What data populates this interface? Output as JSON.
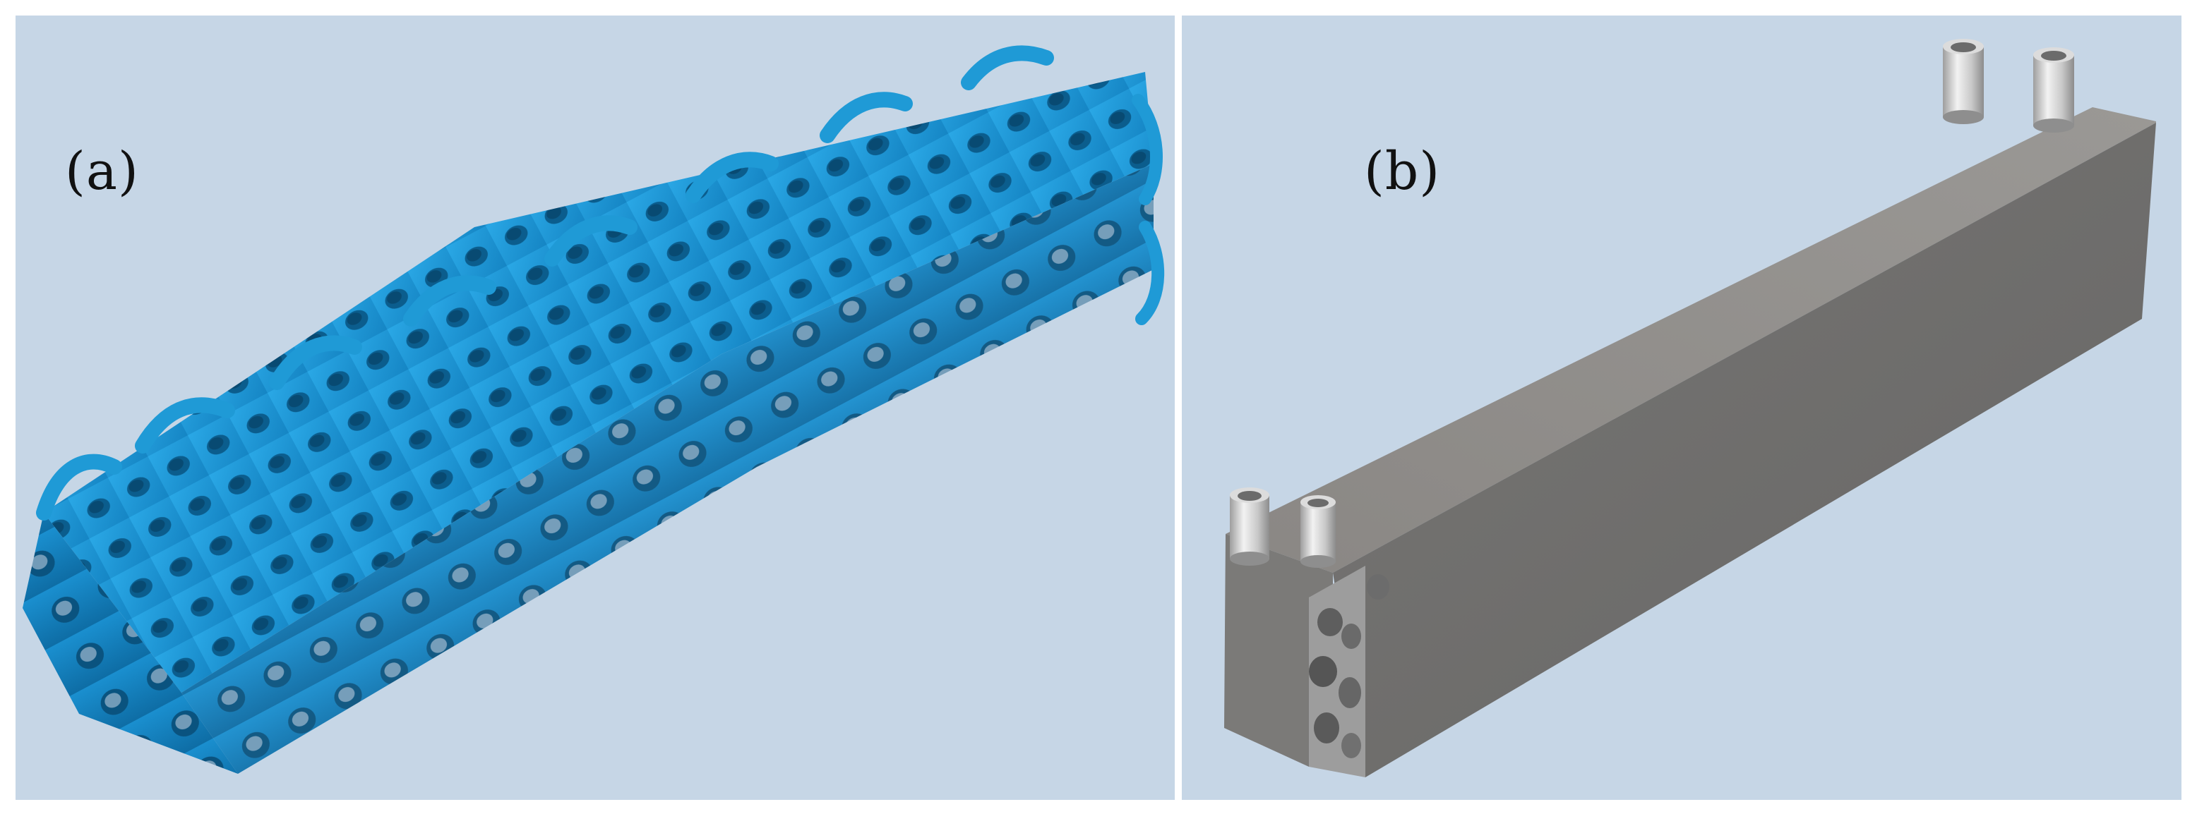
{
  "figure": {
    "panel_a": {
      "label": "(a)",
      "subject": "gyroid-lattice-block",
      "color": "#1f9ad6"
    },
    "panel_b": {
      "label": "(b)",
      "subject": "housed-lattice-with-ports-block",
      "color": "#868686"
    }
  },
  "colors": {
    "background": "#c6d6e6",
    "lattice_blue": "#1f9ad6",
    "lattice_blue_dark": "#0d5f8c",
    "housing_top": "#8f8c89",
    "housing_side": "#6f6e6d",
    "housing_front": "#7b7a78",
    "port_metal": "#d8d8d8"
  }
}
